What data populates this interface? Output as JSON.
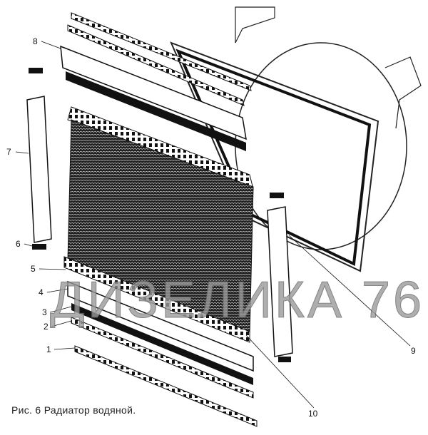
{
  "figure": {
    "caption": "Рис. 6 Радиатор водяной.",
    "watermark": "ДИЗЕЛИКА 76",
    "callouts": [
      "1",
      "2",
      "3",
      "4",
      "5",
      "6",
      "7",
      "8",
      "9",
      "10"
    ]
  },
  "colors": {
    "ink": "#111111",
    "watermark": "#888888"
  }
}
